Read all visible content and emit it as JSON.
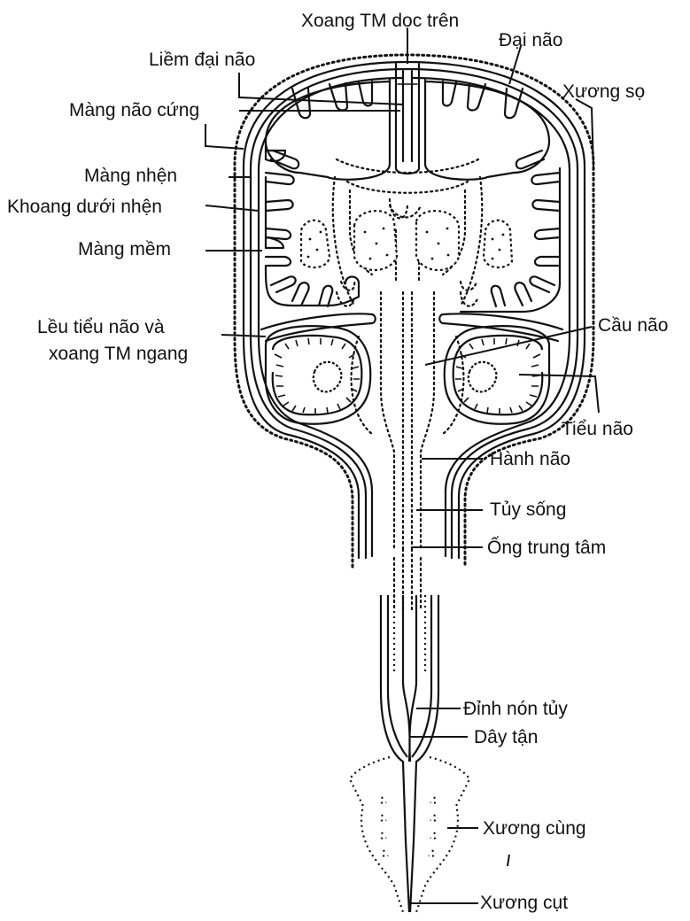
{
  "labels": {
    "sup_sagittal_sinus": "Xoang TM dọc trên",
    "falx_cerebri": "Liềm đại não",
    "cerebrum": "Đại não",
    "dura_mater": "Màng não cứng",
    "skull": "Xương sọ",
    "arachnoid": "Màng nhện",
    "subarachnoid_space": "Khoang dưới nhện",
    "pia_mater": "Màng mềm",
    "tentorium_line1": "Lều tiểu não và",
    "tentorium_line2": "xoang TM ngang",
    "pons": "Cầu não",
    "cerebellum": "Tiểu não",
    "medulla": "Hành não",
    "spinal_cord": "Tủy sống",
    "central_canal": "Ống trung tâm",
    "conus_medullaris": "Đỉnh nón tủy",
    "filum_terminale": "Dây tận",
    "sacrum": "Xương cùng",
    "coccyx": "Xương cụt"
  },
  "colors": {
    "ink": "#111111",
    "background": "#ffffff"
  }
}
